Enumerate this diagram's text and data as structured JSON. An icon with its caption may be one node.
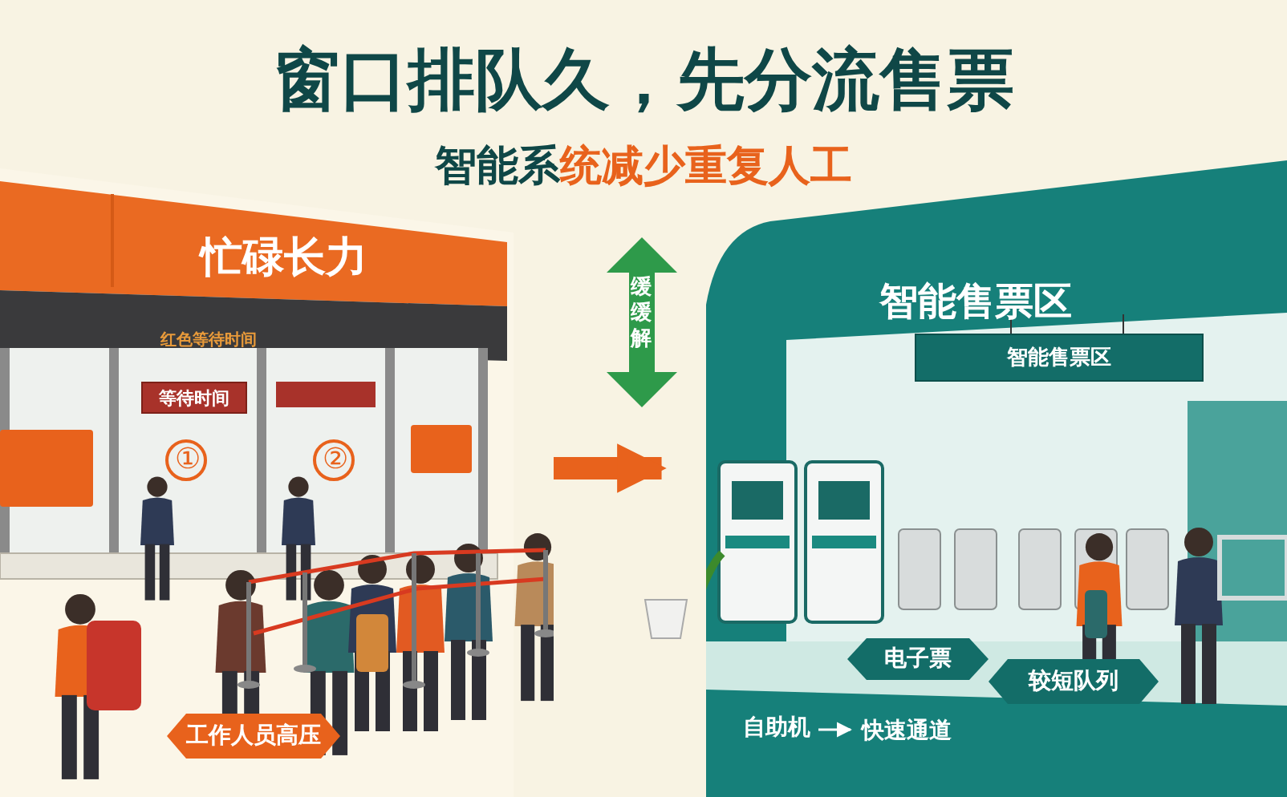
{
  "diagram": {
    "title": "窗口排队久，先分流售票",
    "caption": "智能系统减少重复人工",
    "nodes": [
      {
        "text": [
          "忙碌长力"
        ]
      },
      {
        "text": [
          "等待时间"
        ],
        "in": 0
      },
      {
        "text": [
          "工作人员高压"
        ],
        "in": 0
      },
      {
        "text": [
          "智能售票区"
        ]
      },
      {
        "text": [
          "智能售票区"
        ],
        "in": 3
      },
      {
        "text": [
          "电子票"
        ],
        "in": 3
      },
      {
        "text": [
          "较短队列"
        ],
        "in": 3
      },
      {
        "text": [
          "自助机"
        ],
        "in": 3
      },
      {
        "text": [
          "快速通道"
        ],
        "in": 3
      }
    ],
    "edges": [
      {
        "from": 0,
        "to": 3,
        "arrow": "to",
        "style": "thick",
        "color": "#e8621c"
      },
      {
        "from": 7,
        "to": 8,
        "arrow": "to",
        "color": "#ffffff"
      }
    ],
    "labels": [
      "红色等待时间",
      "①",
      "②",
      "缓缓解"
    ]
  }
}
